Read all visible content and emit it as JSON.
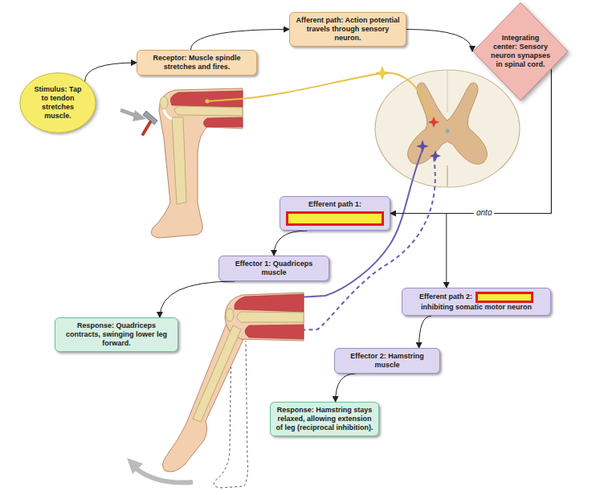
{
  "diagram": {
    "nodes": [
      {
        "text": [
          "Stimulus: Tap to tendon stretches muscle."
        ]
      },
      {
        "text": [
          "Receptor: Muscle spindle stretches and fires."
        ]
      },
      {
        "text": [
          "Afferent path: Action potential travels through sensory neuron."
        ]
      },
      {
        "text": [
          "Integrating center: Sensory neuron synapses in spinal cord."
        ]
      },
      {
        "text": [
          "Efferent path 1:"
        ]
      },
      {
        "text": [
          "Effector 1: Quadriceps muscle"
        ]
      },
      {
        "text": [
          "Response: Quadriceps contracts, swinging lower leg forward."
        ]
      },
      {
        "text": [
          "Efferent path 2:",
          "inhibiting somatic motor neuron"
        ]
      },
      {
        "text": [
          "Effector 2: Hamstring muscle"
        ]
      },
      {
        "text": [
          "Response: Hamstring stays relaxed, allowing extension of leg (reciprocal inhibition)."
        ]
      }
    ],
    "edges": [
      {
        "from": 0,
        "to": 1,
        "arrow": "to"
      },
      {
        "from": 1,
        "to": 2,
        "arrow": "to"
      },
      {
        "from": 2,
        "to": 3,
        "arrow": "to"
      },
      {
        "from": 3,
        "to": 4,
        "arrow": "to"
      },
      {
        "from": 3,
        "to": 7,
        "arrow": "to"
      },
      {
        "from": 4,
        "to": 5,
        "arrow": "to"
      },
      {
        "from": 5,
        "to": 6,
        "arrow": "to"
      },
      {
        "from": 7,
        "to": 8,
        "arrow": "to"
      },
      {
        "from": 8,
        "to": 9,
        "arrow": "to"
      }
    ],
    "labels": [
      "onto"
    ]
  }
}
